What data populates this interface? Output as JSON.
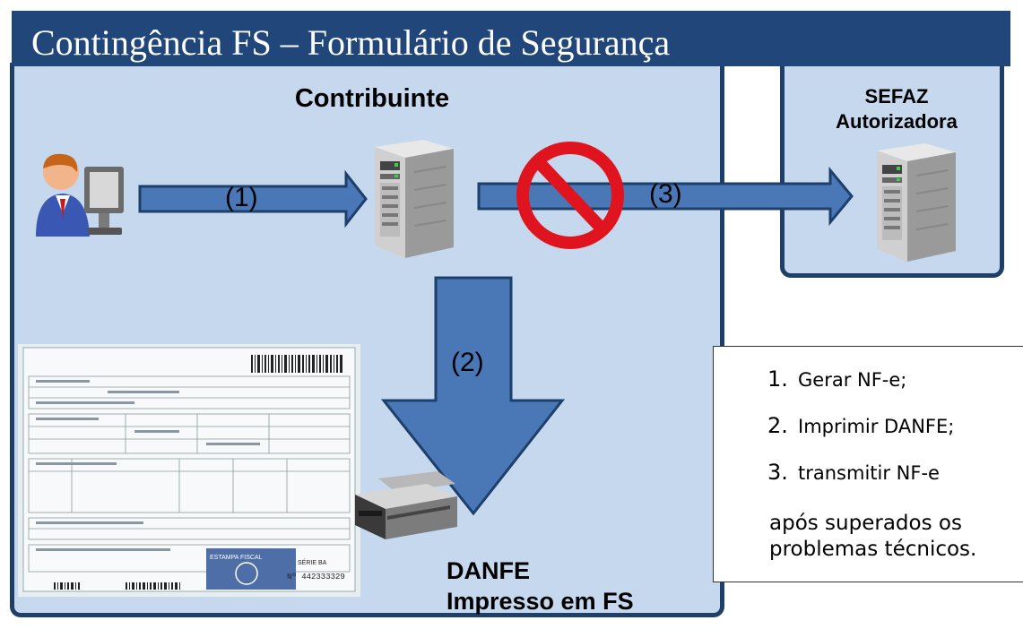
{
  "title": "Contingência FS – Formulário de Segurança",
  "contribuinte_label": "Contribuinte",
  "sefaz_label_line1": "SEFAZ",
  "sefaz_label_line2": "Autorizadora",
  "arrows": {
    "step1": "(1)",
    "step2": "(2)",
    "step3": "(3)"
  },
  "steps": [
    {
      "num": "1.",
      "text": "Gerar NF-e;"
    },
    {
      "num": "2.",
      "text": "Imprimir DANFE;"
    },
    {
      "num": "3.",
      "text": "transmitir NF-e"
    }
  ],
  "note_line1": "após superados os",
  "note_line2": "problemas técnicos.",
  "danfe_line1": "DANFE",
  "danfe_line2": "Impresso em FS",
  "form": {
    "selo": "ESTAMPA FISCAL",
    "serie": "SÉRIE BA",
    "numero": "Nº 442333329"
  },
  "colors": {
    "title_bg": "#20467a",
    "box_fill": "#c6d8ee",
    "box_border": "#1f3f6b",
    "arrow": "#4a78b6",
    "no_sign": "#e0141e"
  }
}
